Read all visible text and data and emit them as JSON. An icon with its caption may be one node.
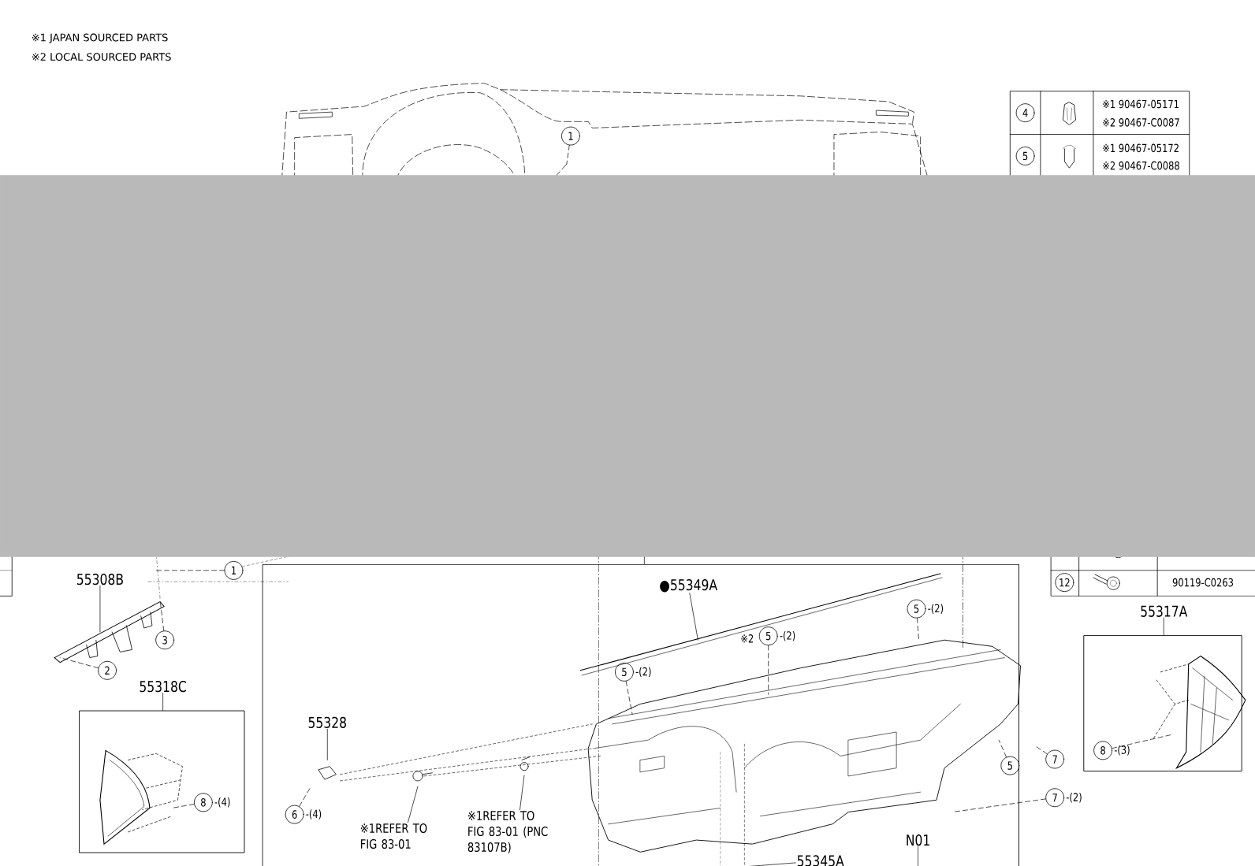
{
  "diagram": {
    "nodes": [
      {
        "text": [
          "55308B"
        ]
      },
      {
        "text": [
          "1"
        ]
      },
      {
        "text": [
          "2"
        ]
      },
      {
        "text": [
          "3"
        ]
      },
      {
        "text": [
          "55318C"
        ]
      },
      {
        "text": [
          "8"
        ],
        "beside": [
          "-(4)"
        ],
        "in": 4
      },
      {
        "text": [],
        "shape": "box"
      },
      {
        "text": [
          "55328"
        ],
        "in": 6
      },
      {
        "text": [
          "6"
        ],
        "beside": [
          "-(4)"
        ],
        "in": 6
      },
      {
        "text": [
          "※1REFER TO FIG 83-01"
        ],
        "in": 6
      },
      {
        "text": [
          "※1REFER TO FIG 83-01 (PNC 83107B)"
        ],
        "in": 6
      },
      {
        "text": [
          "●55349A"
        ],
        "in": 6
      },
      {
        "text": [
          "5"
        ],
        "beside": [
          "-(2)"
        ],
        "in": 6
      },
      {
        "text": [
          "5"
        ],
        "beside": [
          "-(2)"
        ],
        "in": 6
      },
      {
        "text": [
          "5"
        ],
        "beside": [
          "-(2)"
        ],
        "in": 6
      },
      {
        "text": [
          "5"
        ],
        "in": 6
      },
      {
        "text": [
          "N01"
        ],
        "in": 6
      },
      {
        "text": [
          "55345A"
        ],
        "in": 6
      },
      {
        "text": [
          "7"
        ]
      },
      {
        "text": [
          "7"
        ],
        "beside": [
          "-(2)"
        ]
      },
      {
        "text": [
          "55317A"
        ]
      },
      {
        "text": [
          "8"
        ],
        "beside": [
          "-(3)"
        ],
        "in": 20
      },
      {
        "text": [
          "1"
        ]
      },
      {
        "text": [
          "4"
        ]
      },
      {
        "text": [
          "5"
        ]
      },
      {
        "text": [
          "12"
        ]
      }
    ],
    "edges": [
      {
        "from": 0,
        "to": null,
        "arrow": "none"
      },
      {
        "from": 1,
        "to": null,
        "arrow": "none",
        "style": "dashed"
      },
      {
        "from": 2,
        "to": null,
        "arrow": "none",
        "style": "dashed"
      },
      {
        "from": 3,
        "to": null,
        "arrow": "none",
        "style": "dashed"
      },
      {
        "from": 5,
        "to": null,
        "arrow": "none",
        "style": "dashed"
      },
      {
        "from": 7,
        "to": null,
        "arrow": "none"
      },
      {
        "from": 8,
        "to": null,
        "arrow": "none",
        "style": "dashed"
      },
      {
        "from": 9,
        "to": null,
        "arrow": "none"
      },
      {
        "from": 10,
        "to": null,
        "arrow": "none"
      },
      {
        "from": 11,
        "to": null,
        "arrow": "none"
      },
      {
        "from": 12,
        "to": null,
        "arrow": "none",
        "style": "dashed"
      },
      {
        "from": 13,
        "to": null,
        "arrow": "none",
        "style": "dashed"
      },
      {
        "from": 14,
        "to": null,
        "arrow": "none",
        "style": "dashed"
      },
      {
        "from": 15,
        "to": null,
        "arrow": "none",
        "style": "dashed"
      },
      {
        "from": 16,
        "to": null,
        "arrow": "none"
      },
      {
        "from": 17,
        "to": null,
        "arrow": "none"
      },
      {
        "from": 18,
        "to": null,
        "arrow": "none",
        "style": "dashed"
      },
      {
        "from": 19,
        "to": null,
        "arrow": "none",
        "style": "dashed"
      },
      {
        "from": 21,
        "to": null,
        "arrow": "none",
        "style": "dashed"
      },
      {
        "from": 22,
        "to": null,
        "arrow": "none",
        "style": "dashed"
      }
    ],
    "labels": [
      "※1 JAPAN SOURCED PARTS",
      "※2 LOCAL SOURCED PARTS",
      "※1 90467-05171",
      "※2 90467-C0087",
      "※1 90467-05172",
      "※2 90467-C0088",
      "90119-C0263",
      "※2"
    ]
  }
}
